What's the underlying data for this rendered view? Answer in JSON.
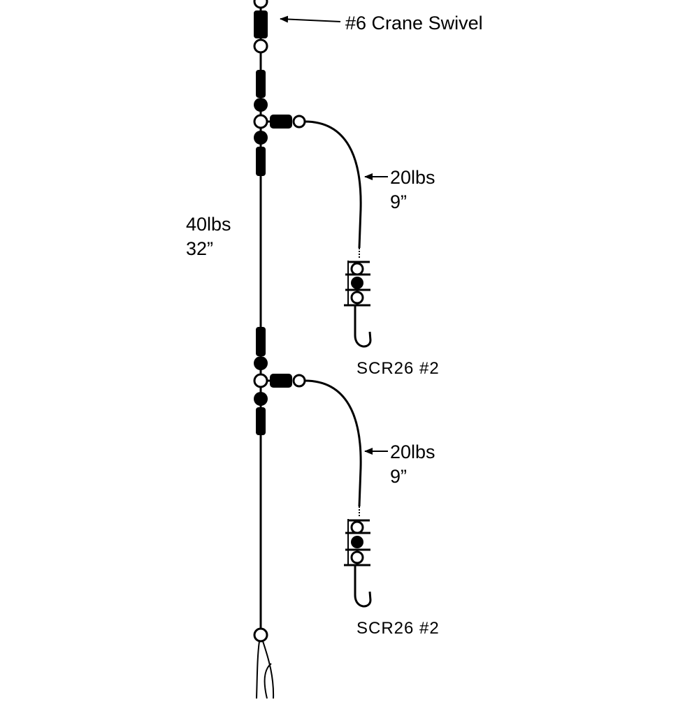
{
  "labels": {
    "swivel": "#6 Crane Swivel",
    "main_line_weight": "40lbs",
    "main_line_length": "32”",
    "dropper1_weight": "20lbs",
    "dropper1_length": "9”",
    "dropper2_weight": "20lbs",
    "dropper2_length": "9”",
    "hook1": "SCR26 #2",
    "hook2": "SCR26 #2"
  },
  "colors": {
    "ink": "#000000",
    "background": "#ffffff"
  }
}
